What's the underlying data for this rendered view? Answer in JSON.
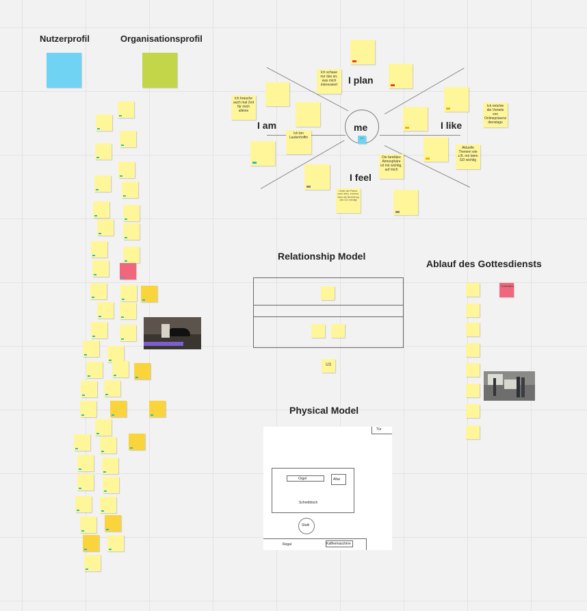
{
  "headings": {
    "nutzerprofil": "Nutzerprofil",
    "organisationsprofil": "Organisationsprofil",
    "relationship_model": "Relationship Model",
    "ablauf": "Ablauf des Gottesdiensts",
    "physical_model": "Physical Model"
  },
  "empathy_map": {
    "center": "me",
    "center_tag": "U1",
    "quadrants": {
      "plan": "I plan",
      "am": "I am",
      "like": "I like",
      "feel": "I feel"
    },
    "notes": {
      "plan_1": "Ich schaue nur das an, was mich interessiert",
      "am_1": "Ich brauche auch mal Zeit für mich alleine",
      "am_2": "Ich bin Lautenhoffin",
      "like_1": "Aktuelle Themen wie z.B. mir beim GD wichtig",
      "like_2": "Ich möchte die Vorteile von Onlinepräsenz dienstags",
      "feel_1": "Die familiäre Atmosphäre ist mir wichtig, auf mich",
      "feel_2": "Hinter der Planer nach allen, erstmal, dass die Bestellung des GD erledigt"
    }
  },
  "relationship": {
    "tag": "U3"
  },
  "physical": {
    "tuer": "Tür",
    "orgel": "Orgel",
    "altar": "Altar",
    "schreibtisch": "Schreibtisch",
    "stuhl": "Stuhl",
    "regal": "Regal",
    "kaffeemaschine": "Kaffeemaschine"
  },
  "ablauf": {
    "pink_note": "Gottesdienst"
  },
  "colors": {
    "sticky_yellow": "#fff69a",
    "sticky_orange": "#f9d43b",
    "sticky_pink": "#f0677d",
    "sticky_blue": "#70d3f4",
    "sticky_green": "#c3d64a",
    "grid_bg": "#f2f2f2"
  }
}
